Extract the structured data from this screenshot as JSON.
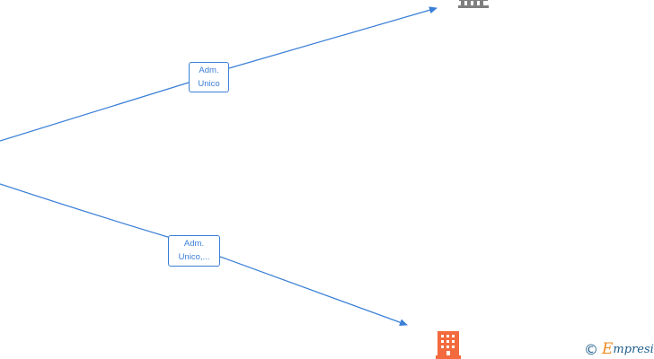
{
  "edges": [
    {
      "label_line1": "Adm.",
      "label_line2": "Unico"
    },
    {
      "label_line1": "Adm.",
      "label_line2": "Unico,..."
    }
  ],
  "nodes": {
    "top_entity": {
      "icon": "institution-building-icon",
      "color": "#7f7f7f"
    },
    "bottom_entity": {
      "icon": "office-building-icon",
      "color": "#f26a3d"
    }
  },
  "edge_color": "#3a7fd6",
  "watermark": {
    "copyright_symbol": "©",
    "brand_initial": "E",
    "brand_rest": "mpresia"
  }
}
